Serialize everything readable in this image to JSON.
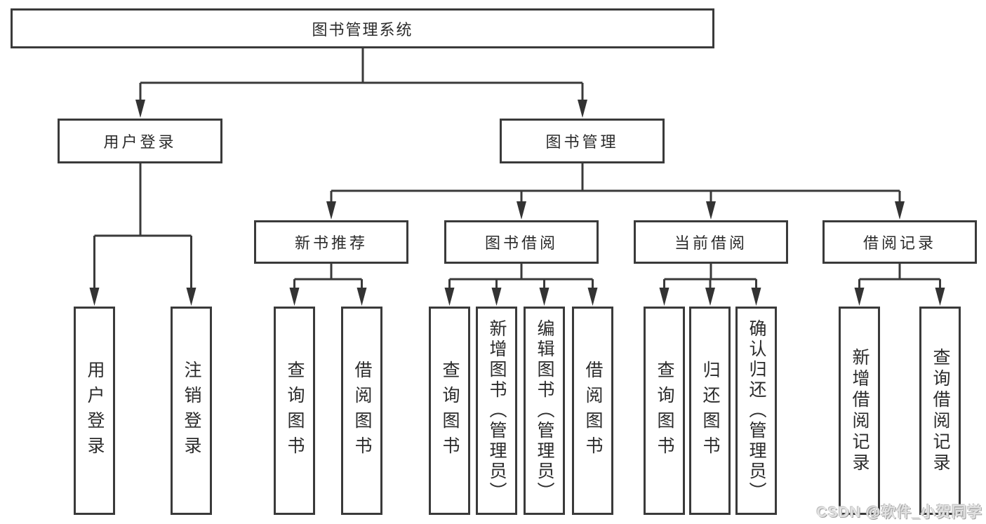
{
  "title": "图书管理系统",
  "watermark": "CSDN @软件_小贺同学",
  "colors": {
    "line": "#3a3a3a",
    "border": "#3a3a3a",
    "text": "#2b2b2b",
    "watermark": "#e2e2e2",
    "background": "#ffffff"
  },
  "nodes": {
    "root": "图书管理系统",
    "user_login": "用户登录",
    "book_mgmt": "图书管理",
    "new_book_rec": "新书推荐",
    "book_borrow": "图书借阅",
    "current_borrow": "当前借阅",
    "borrow_records": "借阅记录",
    "leaf_user_login": "用户登录",
    "leaf_logout": "注销登录",
    "leaf_rec_query_book": "查询图书",
    "leaf_rec_borrow_book": "借阅图书",
    "leaf_bb_query_book": "查询图书",
    "leaf_bb_add_book": "新增图书（管理员）",
    "leaf_bb_edit_book": "编辑图书（管理员）",
    "leaf_bb_borrow_book": "借阅图书",
    "leaf_cb_query_book": "查询图书",
    "leaf_cb_return_book": "归还图书",
    "leaf_cb_confirm_return": "确认归还（管理员）",
    "leaf_br_add_record": "新增借阅记录",
    "leaf_br_query_record": "查询借阅记录"
  },
  "hierarchy": {
    "图书管理系统": {
      "用户登录": [
        "用户登录",
        "注销登录"
      ],
      "图书管理": {
        "新书推荐": [
          "查询图书",
          "借阅图书"
        ],
        "图书借阅": [
          "查询图书",
          "新增图书（管理员）",
          "编辑图书（管理员）",
          "借阅图书"
        ],
        "当前借阅": [
          "查询图书",
          "归还图书",
          "确认归还（管理员）"
        ],
        "借阅记录": [
          "新增借阅记录",
          "查询借阅记录"
        ]
      }
    }
  }
}
